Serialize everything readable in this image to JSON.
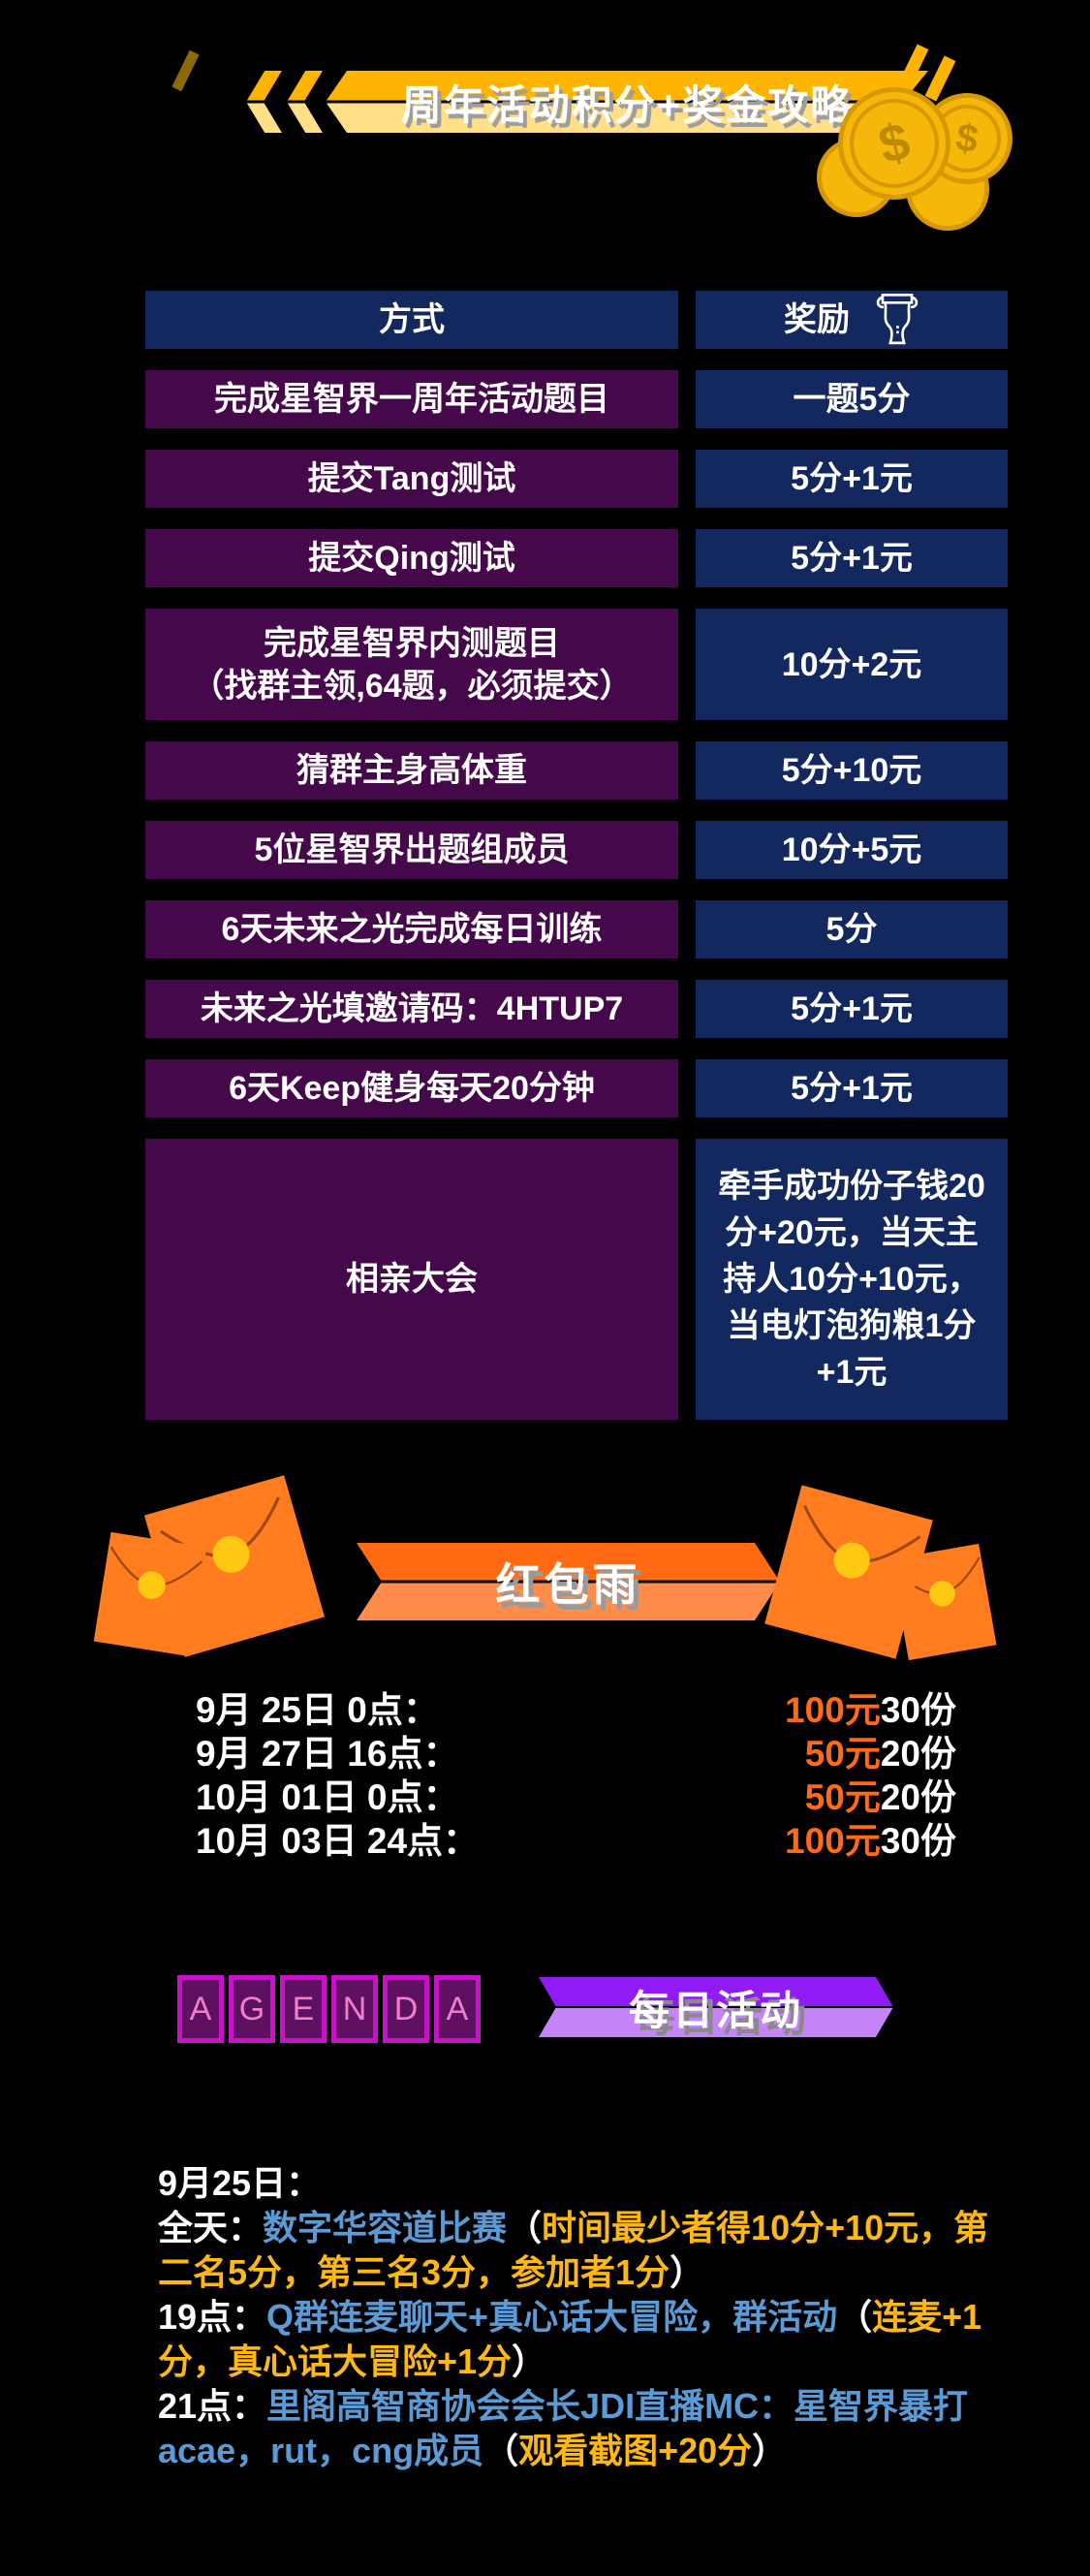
{
  "colors": {
    "background": "#000000",
    "gold": "#FFB400",
    "light_gold": "#FFDF87",
    "navy": "#142860",
    "purple": "#45094B",
    "orange": "#FF6A12",
    "light_orange": "#FF8C4A",
    "bright_purple": "#911BF5",
    "light_purple": "#C584F8",
    "tile_border_magenta": "#C712C7",
    "tile_fill": "#5E1161",
    "tile_letter_pink": "#F07EC8",
    "activity_blue": "#5B9BD5",
    "bonus_yellow": "#FDB813",
    "coin_gold": "#F5B70A"
  },
  "header": {
    "title": "周年活动积分+奖金攻略"
  },
  "points_table": {
    "method_header": "方式",
    "reward_header": "奖励",
    "rows": [
      {
        "method": "完成星智界一周年活动题目",
        "reward": "一题5分"
      },
      {
        "method": "提交Tang测试",
        "reward": "5分+1元"
      },
      {
        "method": "提交Qing测试",
        "reward": "5分+1元"
      },
      {
        "method": "完成星智界内测题目\n（找群主领,64题，必须提交）",
        "reward": "10分+2元"
      },
      {
        "method": "猜群主身高体重",
        "reward": "5分+10元"
      },
      {
        "method": "5位星智界出题组成员",
        "reward": "10分+5元"
      },
      {
        "method": "6天未来之光完成每日训练",
        "reward": "5分"
      },
      {
        "method": "未来之光填邀请码：4HTUP7",
        "reward": "5分+1元"
      },
      {
        "method": "6天Keep健身每天20分钟",
        "reward": "5分+1元"
      },
      {
        "method": "相亲大会",
        "reward": "牵手成功份子钱20分+20元，当天主持人10分+10元，当电灯泡狗粮1分+1元"
      }
    ]
  },
  "red_packet": {
    "title": "红包雨",
    "schedule": [
      {
        "date": "9月 25日 0点：",
        "amount": "100元",
        "count": "30份"
      },
      {
        "date": "9月 27日 16点：",
        "amount": "50元",
        "count": "20份"
      },
      {
        "date": "10月 01日 0点：",
        "amount": "50元",
        "count": "20份"
      },
      {
        "date": "10月 03日 24点：",
        "amount": "100元",
        "count": "30份"
      }
    ]
  },
  "agenda": {
    "letters": [
      "A",
      "G",
      "E",
      "N",
      "D",
      "A"
    ],
    "banner_title": "每日活动"
  },
  "daily": {
    "heading": "9月25日：",
    "paren_open": "（",
    "paren_close": "）",
    "items": [
      {
        "time": "全天：",
        "activity": "数字华容道比赛",
        "bonus": "时间最少者得10分+10元，第二名5分，第三名3分，参加者1分"
      },
      {
        "time": "19点：",
        "activity": "Q群连麦聊天+真心话大冒险，群活动",
        "bonus": "连麦+1分，真心话大冒险+1分"
      },
      {
        "time": "21点：",
        "activity": "里阁高智商协会会长JDI直播MC：星智界暴打acae，rut，cng成员",
        "bonus": "观看截图+20分"
      }
    ]
  }
}
